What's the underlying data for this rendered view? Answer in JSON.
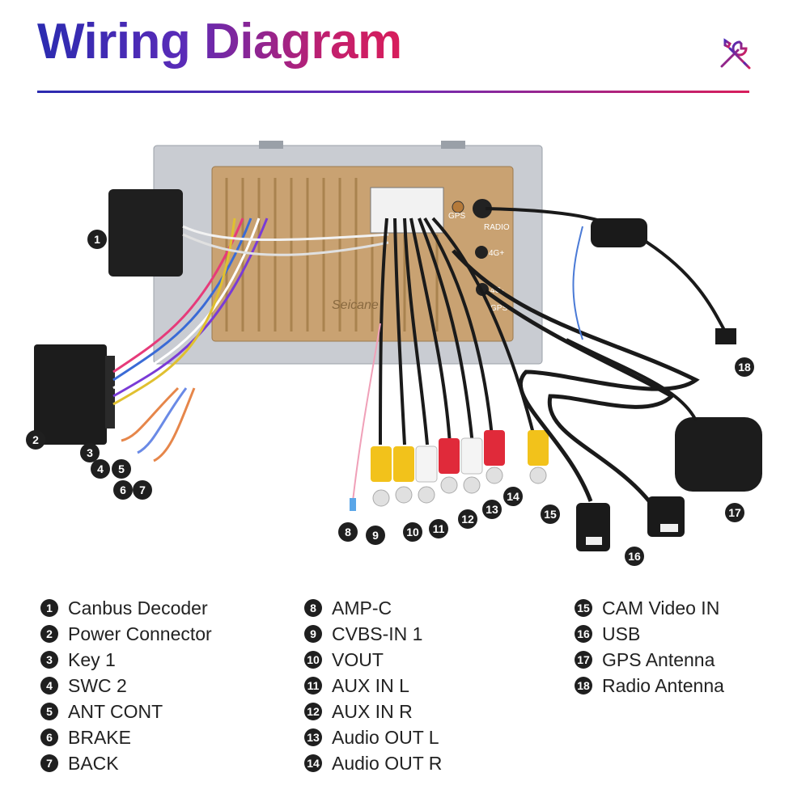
{
  "title": "Wiring Diagram",
  "colors": {
    "accent_start": "#2b2bb0",
    "accent_end": "#d81e5b",
    "badge": "#1f1f1f"
  },
  "device": {
    "brand_mark": "Seicane",
    "ports": [
      "GPS",
      "RADIO",
      "4G+",
      "4G-",
      "GPS"
    ]
  },
  "legend": {
    "col1": [
      {
        "num": "1",
        "label": "Canbus Decoder"
      },
      {
        "num": "2",
        "label": "Power Connector"
      },
      {
        "num": "3",
        "label": "Key 1"
      },
      {
        "num": "4",
        "label": "SWC 2"
      },
      {
        "num": "5",
        "label": "ANT CONT"
      },
      {
        "num": "6",
        "label": "BRAKE"
      },
      {
        "num": "7",
        "label": "BACK"
      }
    ],
    "col2": [
      {
        "num": "8",
        "label": "AMP-C"
      },
      {
        "num": "9",
        "label": "CVBS-IN 1"
      },
      {
        "num": "10",
        "label": "VOUT"
      },
      {
        "num": "11",
        "label": "AUX IN L"
      },
      {
        "num": "12",
        "label": "AUX IN R"
      },
      {
        "num": "13",
        "label": "Audio OUT L"
      },
      {
        "num": "14",
        "label": "Audio OUT R"
      }
    ],
    "col3": [
      {
        "num": "15",
        "label": "CAM Video IN"
      },
      {
        "num": "16",
        "label": "USB"
      },
      {
        "num": "17",
        "label": "GPS Antenna"
      },
      {
        "num": "18",
        "label": "Radio Antenna"
      }
    ]
  },
  "callouts": [
    "1",
    "2",
    "3",
    "4",
    "5",
    "6",
    "7",
    "8",
    "9",
    "10",
    "11",
    "12",
    "13",
    "14",
    "15",
    "16",
    "17",
    "18"
  ]
}
